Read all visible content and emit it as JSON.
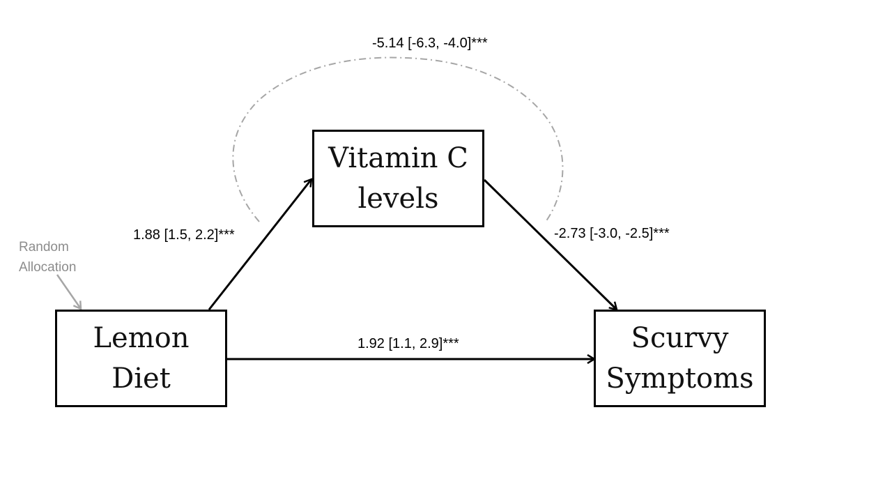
{
  "nodes": {
    "lemon_diet": {
      "line1": "Lemon",
      "line2": "Diet"
    },
    "vitamin_c": {
      "line1": "Vitamin C",
      "line2": "levels"
    },
    "scurvy": {
      "line1": "Scurvy",
      "line2": "Symptoms"
    }
  },
  "paths": {
    "a_path": {
      "from": "Lemon Diet",
      "to": "Vitamin C levels",
      "label": "1.88 [1.5, 2.2]***",
      "estimate": 1.88,
      "ci": [
        1.5,
        2.2
      ]
    },
    "b_path": {
      "from": "Vitamin C levels",
      "to": "Scurvy Symptoms",
      "label": "-2.73 [-3.0, -2.5]***",
      "estimate": -2.73,
      "ci": [
        -3.0,
        -2.5
      ]
    },
    "direct_path": {
      "from": "Lemon Diet",
      "to": "Scurvy Symptoms",
      "label": "1.92 [1.1, 2.9]***",
      "estimate": 1.92,
      "ci": [
        1.1,
        2.9
      ]
    },
    "indirect_effect": {
      "label": "-5.14 [-6.3, -4.0]***",
      "estimate": -5.14,
      "ci": [
        -6.3,
        -4.0
      ]
    }
  },
  "annotation": {
    "line1": "Random",
    "line2": "Allocation"
  },
  "colors": {
    "line": "#000000",
    "indirect": "#a6a6a6",
    "annotation": "#8c8c8c"
  }
}
